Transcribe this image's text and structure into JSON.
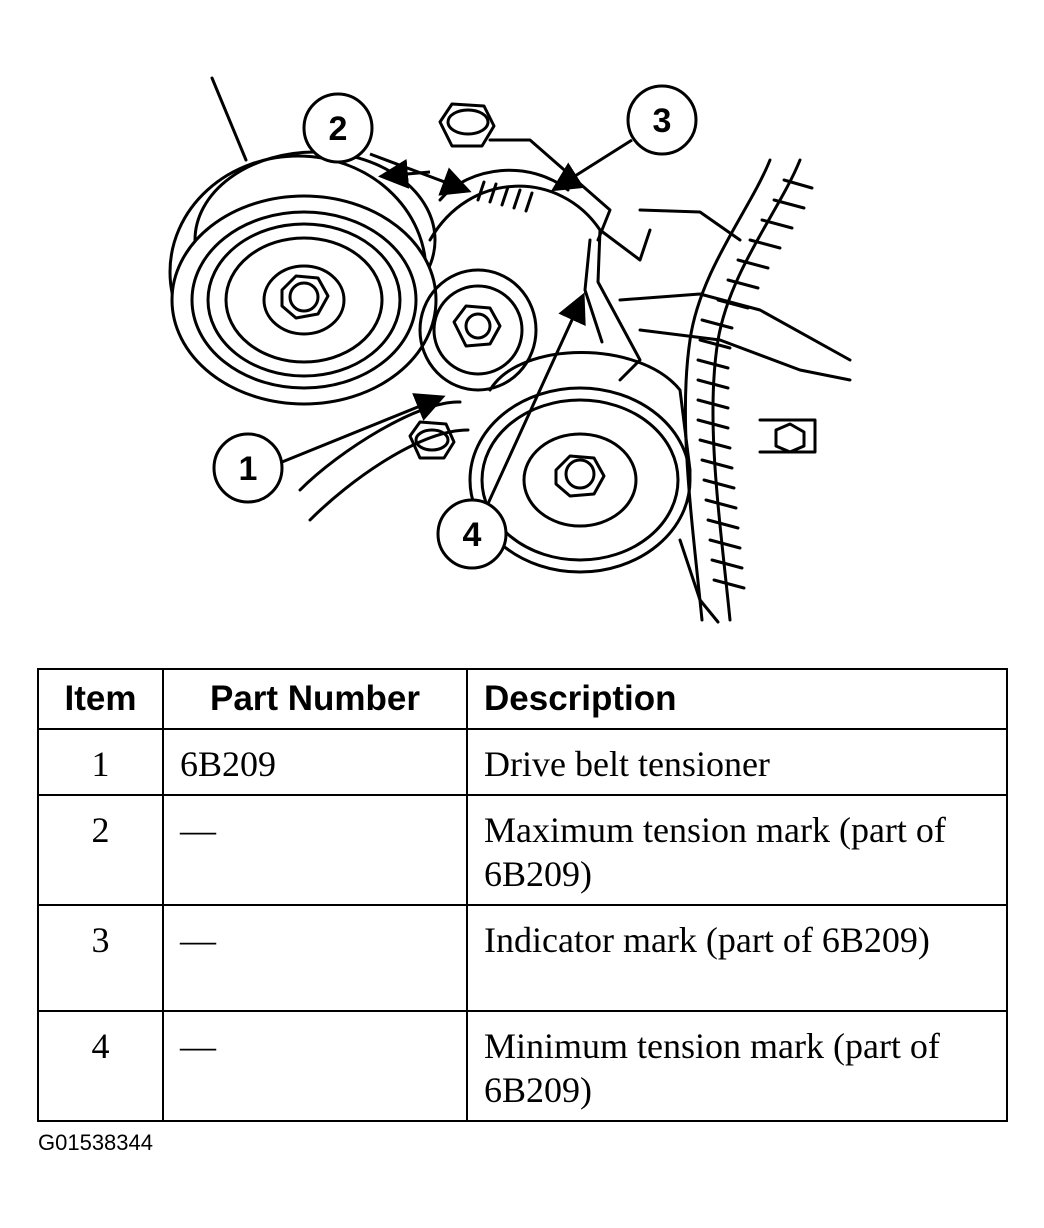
{
  "callouts": [
    "1",
    "2",
    "3",
    "4"
  ],
  "table": {
    "headers": {
      "item": "Item",
      "part_number": "Part Number",
      "description": "Description"
    },
    "rows": [
      {
        "item": "1",
        "part_number": "6B209",
        "description": "Drive belt tensioner"
      },
      {
        "item": "2",
        "part_number": "—",
        "description": "Maximum tension mark (part of 6B209)"
      },
      {
        "item": "3",
        "part_number": "—",
        "description": "Indicator mark (part of 6B209)"
      },
      {
        "item": "4",
        "part_number": "—",
        "description": "Minimum tension mark (part of 6B209)"
      }
    ]
  },
  "figure_code": "G01538344"
}
